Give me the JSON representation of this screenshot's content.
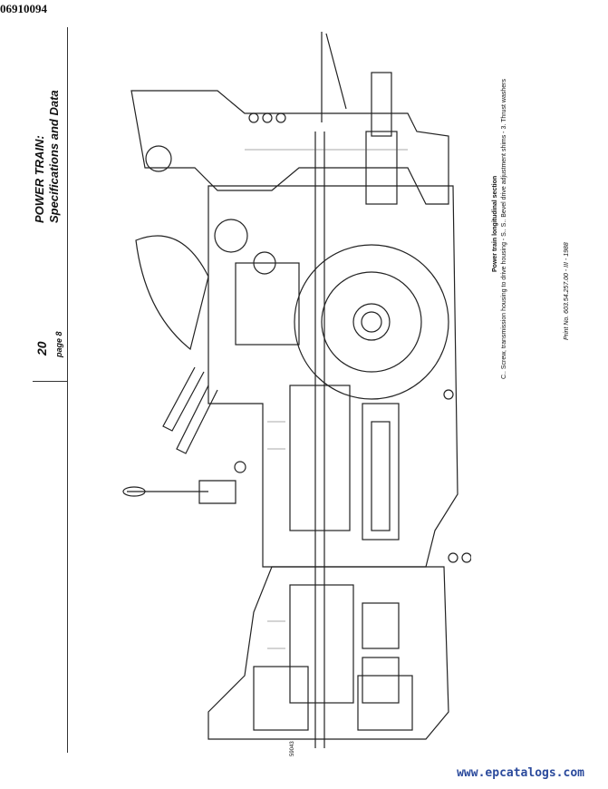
{
  "header": {
    "doc_id": "06910094"
  },
  "section": {
    "title_line1": "POWER TRAIN:",
    "title_line2": "Specifications and Data",
    "page_number": "20",
    "page_label": "page 8"
  },
  "figure": {
    "caption_title": "Power train longitudinal section",
    "caption_text": "C.. Screw, transmission housing to drive housing - S.. S.. Bevel drive adjustment shims - 3. Thrust washers",
    "print_no": "Print No. 603.54.257.00 - III - 1988",
    "code": "59043"
  },
  "footer": {
    "site": "www.epcatalogs.com"
  }
}
